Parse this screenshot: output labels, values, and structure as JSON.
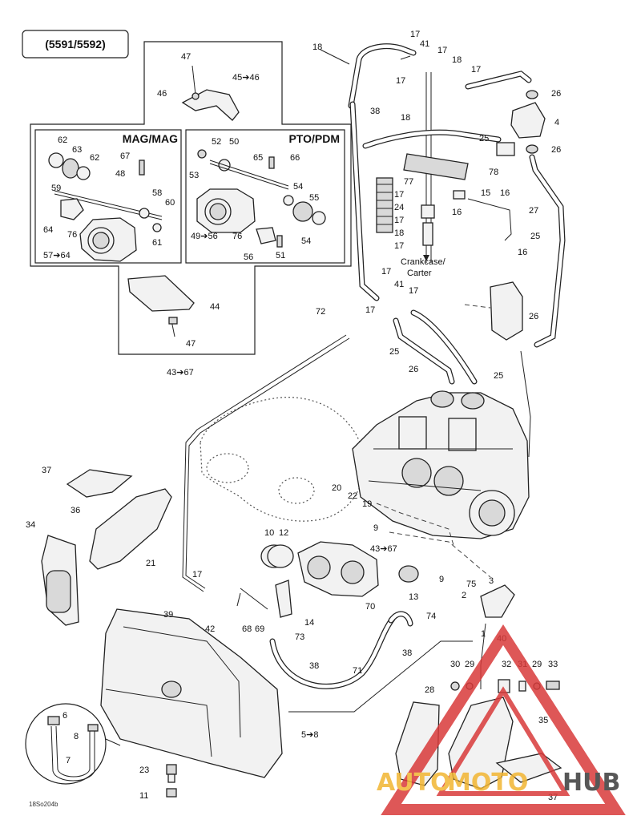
{
  "model_code": "(5591/5592)",
  "section_mag": "MAG/MAG",
  "section_pto": "PTO/PDM",
  "crankcase_note_1": "Crankcase/",
  "crankcase_note_2": "Carter",
  "figure_code": "18So204b",
  "watermark": {
    "part1": "AUTO",
    "part2": "MOTO",
    "part3": "HUB",
    "color_red": "#d93a3a",
    "color_yellow": "#f2b632",
    "color_dark": "#3a3a3a"
  },
  "labels": {
    "l47a": "47",
    "l45_46": "45➔46",
    "l46": "46",
    "l62a": "62",
    "l63": "63",
    "l62b": "62",
    "l67": "67",
    "l48": "48",
    "l59": "59",
    "l58": "58",
    "l60": "60",
    "l64": "64",
    "l76a": "76",
    "l61": "61",
    "l57_64": "57➔64",
    "l52": "52",
    "l50": "50",
    "l53": "53",
    "l65": "65",
    "l66": "66",
    "l54a": "54",
    "l55": "55",
    "l49_56": "49➔56",
    "l76b": "76",
    "l54b": "54",
    "l56": "56",
    "l51": "51",
    "l44": "44",
    "l47b": "47",
    "l43_67a": "43➔67",
    "l18a": "18",
    "l17a": "17",
    "l41a": "41",
    "l17b": "17",
    "l18b": "18",
    "l17c": "17",
    "l17d": "17",
    "l26a": "26",
    "l38a": "38",
    "l18c": "18",
    "l4": "4",
    "l25a": "25",
    "l26b": "26",
    "l78": "78",
    "l77": "77",
    "l17e": "17",
    "l15": "15",
    "l16a": "16",
    "l24": "24",
    "l16b": "16",
    "l27": "27",
    "l17f": "17",
    "l25b": "25",
    "l18d": "18",
    "l17g": "17",
    "l16c": "16",
    "l17h": "17",
    "l41b": "41",
    "l17i": "17",
    "l17j": "17",
    "l72": "72",
    "l26c": "26",
    "l25c": "25",
    "l26d": "26",
    "l25d": "25",
    "l37a": "37",
    "l36": "36",
    "l34": "34",
    "l20": "20",
    "l22": "22",
    "l19": "19",
    "l9a": "9",
    "l10": "10",
    "l12": "12",
    "l43_67b": "43➔67",
    "l21": "21",
    "l17k": "17",
    "l9b": "9",
    "l75": "75",
    "l3": "3",
    "l2": "2",
    "l13": "13",
    "l39": "39",
    "l14": "14",
    "l42": "42",
    "l68": "68",
    "l69": "69",
    "l73": "73",
    "l70": "70",
    "l74": "74",
    "l1": "1",
    "l40": "40",
    "l38b": "38",
    "l71": "71",
    "l38c": "38",
    "l30": "30",
    "l29a": "29",
    "l32": "32",
    "l31": "31",
    "l29b": "29",
    "l33": "33",
    "l6": "6",
    "l8": "8",
    "l28": "28",
    "l35": "35",
    "l5_8": "5➔8",
    "l7": "7",
    "l23": "23",
    "l11": "11",
    "l37b": "37"
  }
}
